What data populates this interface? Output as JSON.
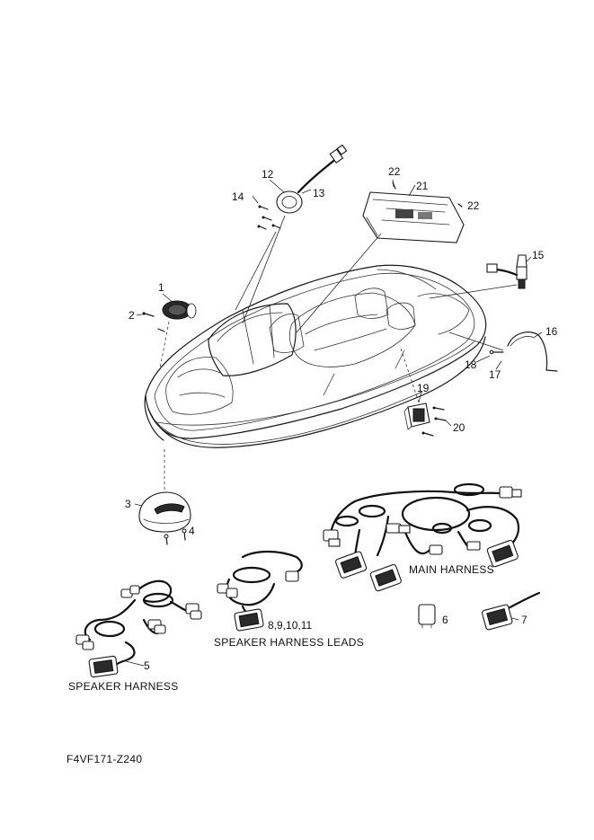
{
  "callouts": {
    "c1": "1",
    "c2": "2",
    "c3": "3",
    "c4": "4",
    "c5": "5",
    "c6": "6",
    "c7": "7",
    "c8_11": "8,9,10,11",
    "c12": "12",
    "c13": "13",
    "c14": "14",
    "c15": "15",
    "c16": "16",
    "c17": "17",
    "c18": "18",
    "c19": "19",
    "c20": "20",
    "c21": "21",
    "c22a": "22",
    "c22b": "22"
  },
  "captions": {
    "main_harness": "MAIN HARNESS",
    "speaker_harness_leads": "SPEAKER HARNESS LEADS",
    "speaker_harness": "SPEAKER HARNESS"
  },
  "figure_code": "F4VF171-Z240"
}
